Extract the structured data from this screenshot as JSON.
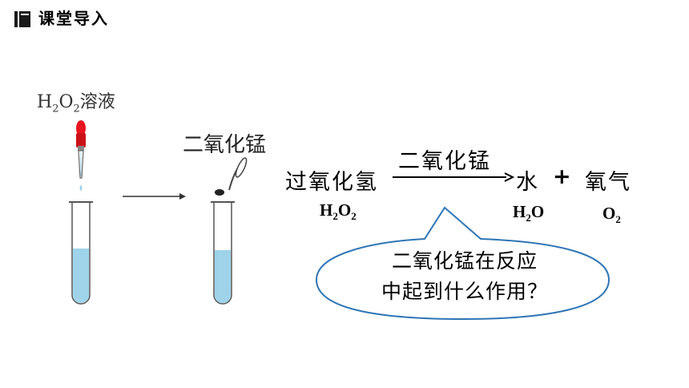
{
  "header": {
    "title": "课堂导入",
    "icon": "book-icon",
    "accent_color": "#1a1a1a"
  },
  "illustration": {
    "dropper_label": {
      "formula_base": "H",
      "formula_sub1": "2",
      "formula_mid": "O",
      "formula_sub2": "2",
      "text": "溶液"
    },
    "spoon_label": "二氧化锰",
    "liquid_color": "#9ed3ea",
    "dropper_bulb_color": "#e8141e"
  },
  "equation": {
    "reactant": "过氧化氢",
    "catalyst": "二氧化锰",
    "product1": "水",
    "plus": "+",
    "product2": "氧气",
    "reactant_formula": {
      "base": "H",
      "sub1": "2",
      "mid": "O",
      "sub2": "2"
    },
    "product1_formula": {
      "base": "H",
      "sub1": "2",
      "mid": "O"
    },
    "product2_formula": {
      "base": "O",
      "sub1": "2"
    }
  },
  "bubble": {
    "line1": "二氧化锰在反应",
    "line2": "中起到什么作用？",
    "border_color": "#2e75b6"
  }
}
